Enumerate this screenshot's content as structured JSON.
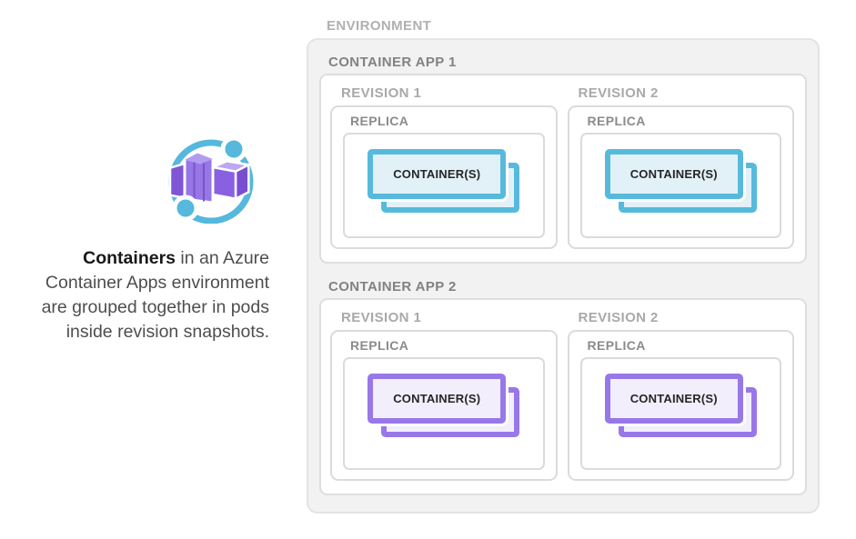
{
  "left_panel": {
    "icon": {
      "name": "azure-container-apps",
      "blue": "#55b8dc",
      "purple_dark": "#7a4ed2",
      "purple_mid": "#8a60e2",
      "purple_front": "#9776e6",
      "purple_top": "#b29cef",
      "purple_top_light": "#bca7f2",
      "purple_left": "#8055d8",
      "stripe": "#7c52ce"
    },
    "caption": {
      "lines": [
        {
          "bold": "Containers",
          "text": " in an Azure"
        },
        {
          "text": "Container Apps environment"
        },
        {
          "text": "are grouped together in pods"
        },
        {
          "text": "inside revision snapshots."
        }
      ]
    }
  },
  "diagram": {
    "environment_label": "ENVIRONMENT",
    "apps": [
      {
        "label": "CONTAINER APP 1",
        "accent_border": "#57badc",
        "container_fill": "#e2f1f8",
        "revisions": [
          {
            "label": "REVISION 1",
            "replica_label": "REPLICA",
            "container_label": "CONTAINER(S)"
          },
          {
            "label": "REVISION 2",
            "replica_label": "REPLICA",
            "container_label": "CONTAINER(S)"
          }
        ]
      },
      {
        "label": "CONTAINER APP 2",
        "accent_border": "#9878e8",
        "container_fill": "#f2eefb",
        "revisions": [
          {
            "label": "REVISION 1",
            "replica_label": "REPLICA",
            "container_label": "CONTAINER(S)"
          },
          {
            "label": "REVISION 2",
            "replica_label": "REPLICA",
            "container_label": "CONTAINER(S)"
          }
        ]
      }
    ],
    "colors": {
      "environment_fill": "#f2f2f2",
      "environment_border": "#e3e3e3",
      "box_fill": "#ffffff",
      "box_border": "#dbdbdb",
      "label_environment": "#b0b0b0",
      "label_app": "#828282",
      "label_revision": "#a9a9a9",
      "label_replica": "#8b8b8b",
      "container_text": "#262626",
      "caption_text": "#4e4e4e",
      "caption_bold_text": "#181818"
    }
  }
}
